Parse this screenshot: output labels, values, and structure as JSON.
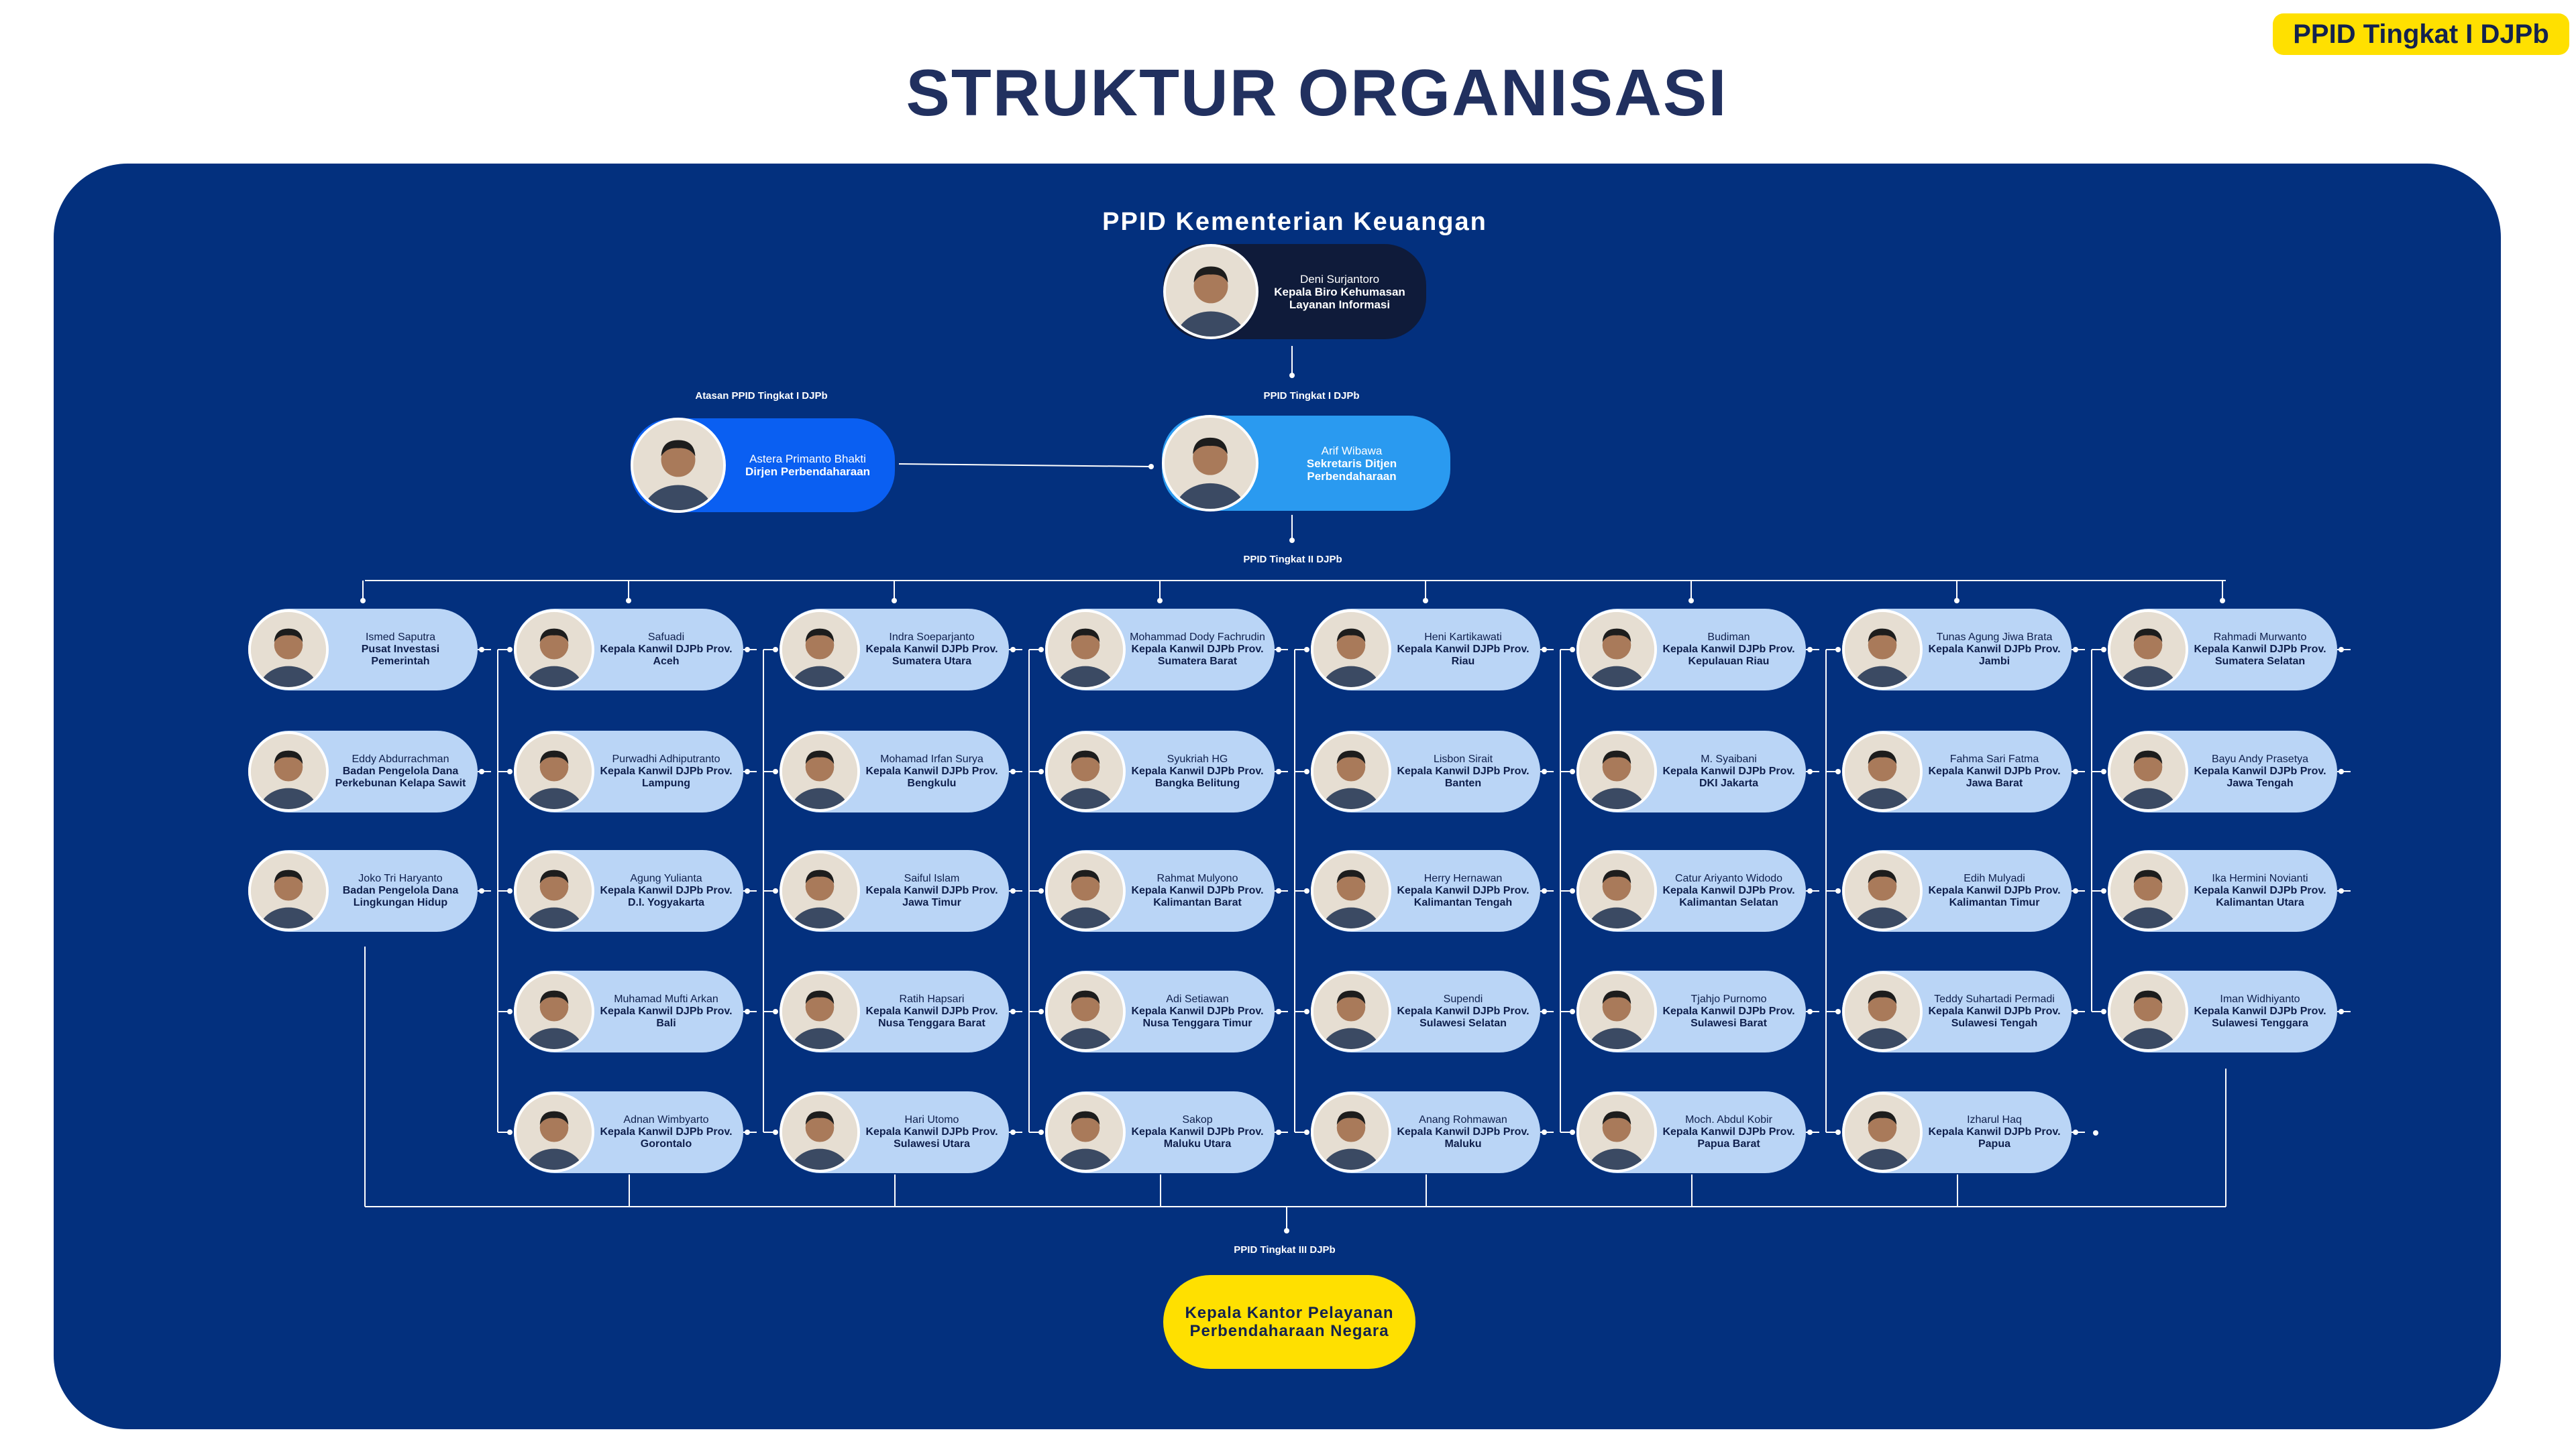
{
  "badge": "PPID Tingkat I DJPb",
  "title": "STRUKTUR ORGANISASI",
  "sections": {
    "top": "PPID Kementerian Keuangan",
    "atasan": "Atasan PPID Tingkat I DJPb",
    "tingkat1": "PPID Tingkat I DJPb",
    "tingkat2": "PPID Tingkat II DJPb",
    "tingkat3": "PPID Tingkat III DJPb"
  },
  "top_person": {
    "name": "Deni Surjantoro",
    "role": "Kepala Biro Kehumasan Layanan Informasi"
  },
  "atasan_person": {
    "name": "Astera Primanto Bhakti",
    "role": "Dirjen Perbendaharaan"
  },
  "tingkat1_person": {
    "name": "Arif Wibawa",
    "role": "Sekretaris Ditjen Perbendaharaan"
  },
  "columns": [
    [
      {
        "name": "Ismed Saputra",
        "role": "Pusat Investasi Pemerintah"
      },
      {
        "name": "Eddy Abdurrachman",
        "role": "Badan Pengelola Dana Perkebunan Kelapa Sawit"
      },
      {
        "name": "Joko Tri Haryanto",
        "role": "Badan Pengelola Dana Lingkungan Hidup"
      }
    ],
    [
      {
        "name": "Safuadi",
        "role": "Kepala Kanwil DJPb Prov. Aceh"
      },
      {
        "name": "Purwadhi Adhiputranto",
        "role": "Kepala Kanwil DJPb Prov. Lampung"
      },
      {
        "name": "Agung Yulianta",
        "role": "Kepala Kanwil DJPb Prov. D.I. Yogyakarta"
      },
      {
        "name": "Muhamad Mufti Arkan",
        "role": "Kepala Kanwil DJPb Prov. Bali"
      },
      {
        "name": "Adnan Wimbyarto",
        "role": "Kepala Kanwil DJPb Prov. Gorontalo"
      }
    ],
    [
      {
        "name": "Indra Soeparjanto",
        "role": "Kepala Kanwil DJPb Prov. Sumatera Utara"
      },
      {
        "name": "Mohamad Irfan Surya",
        "role": "Kepala Kanwil DJPb Prov. Bengkulu"
      },
      {
        "name": "Saiful Islam",
        "role": "Kepala Kanwil DJPb Prov. Jawa Timur"
      },
      {
        "name": "Ratih Hapsari",
        "role": "Kepala Kanwil DJPb Prov. Nusa Tenggara Barat"
      },
      {
        "name": "Hari Utomo",
        "role": "Kepala Kanwil DJPb Prov. Sulawesi Utara"
      }
    ],
    [
      {
        "name": "Mohammad Dody Fachrudin",
        "role": "Kepala Kanwil DJPb Prov. Sumatera Barat"
      },
      {
        "name": "Syukriah HG",
        "role": "Kepala Kanwil DJPb Prov. Bangka Belitung"
      },
      {
        "name": "Rahmat Mulyono",
        "role": "Kepala Kanwil DJPb Prov. Kalimantan Barat"
      },
      {
        "name": "Adi Setiawan",
        "role": "Kepala Kanwil DJPb Prov. Nusa Tenggara Timur"
      },
      {
        "name": "Sakop",
        "role": "Kepala Kanwil DJPb Prov. Maluku Utara"
      }
    ],
    [
      {
        "name": "Heni Kartikawati",
        "role": "Kepala Kanwil DJPb Prov. Riau"
      },
      {
        "name": "Lisbon Sirait",
        "role": "Kepala Kanwil DJPb Prov. Banten"
      },
      {
        "name": "Herry Hernawan",
        "role": "Kepala Kanwil DJPb Prov. Kalimantan Tengah"
      },
      {
        "name": "Supendi",
        "role": "Kepala Kanwil DJPb Prov. Sulawesi Selatan"
      },
      {
        "name": "Anang Rohmawan",
        "role": "Kepala Kanwil DJPb Prov. Maluku"
      }
    ],
    [
      {
        "name": "Budiman",
        "role": "Kepala Kanwil DJPb Prov. Kepulauan Riau"
      },
      {
        "name": "M. Syaibani",
        "role": "Kepala Kanwil DJPb Prov. DKI Jakarta"
      },
      {
        "name": "Catur Ariyanto Widodo",
        "role": "Kepala Kanwil DJPb Prov. Kalimantan Selatan"
      },
      {
        "name": "Tjahjo Purnomo",
        "role": "Kepala Kanwil DJPb Prov. Sulawesi Barat"
      },
      {
        "name": "Moch. Abdul Kobir",
        "role": "Kepala Kanwil DJPb Prov. Papua Barat"
      }
    ],
    [
      {
        "name": "Tunas Agung Jiwa Brata",
        "role": "Kepala Kanwil DJPb Prov. Jambi"
      },
      {
        "name": "Fahma Sari Fatma",
        "role": "Kepala Kanwil DJPb Prov. Jawa Barat"
      },
      {
        "name": "Edih Mulyadi",
        "role": "Kepala Kanwil DJPb Prov. Kalimantan Timur"
      },
      {
        "name": "Teddy Suhartadi Permadi",
        "role": "Kepala Kanwil DJPb Prov. Sulawesi Tengah"
      },
      {
        "name": "Izharul Haq",
        "role": "Kepala Kanwil DJPb Prov. Papua"
      }
    ],
    [
      {
        "name": "Rahmadi Murwanto",
        "role": "Kepala Kanwil DJPb Prov. Sumatera Selatan"
      },
      {
        "name": "Bayu Andy Prasetya",
        "role": "Kepala Kanwil DJPb Prov. Jawa Tengah"
      },
      {
        "name": "Ika Hermini Novianti",
        "role": "Kepala Kanwil DJPb Prov. Kalimantan Utara"
      },
      {
        "name": "Iman Widhiyanto",
        "role": "Kepala Kanwil DJPb Prov. Sulawesi Tenggara"
      }
    ]
  ],
  "bottom_box": "Kepala Kantor Pelayanan Perbendaharaan Negara",
  "colors": {
    "panel": "#03307e",
    "cell": "#bad5f6",
    "top_card": "#0f1b3a",
    "atasan_card": "#0a5ff2",
    "tingkat1_card": "#2a9af0",
    "accent": "#ffe000",
    "title": "#21305f"
  },
  "icons": {
    "avatar": "person-photo-icon"
  }
}
